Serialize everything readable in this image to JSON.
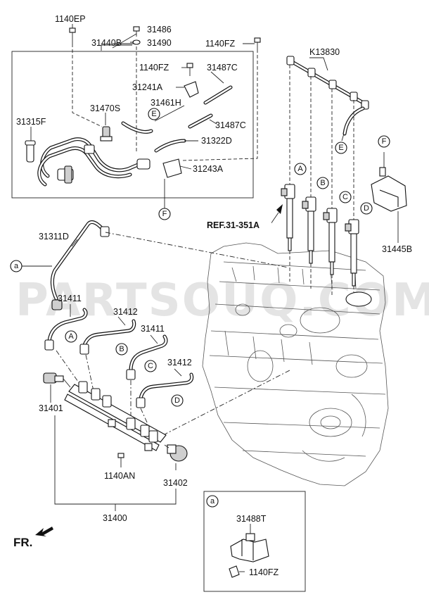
{
  "watermark": "PARTSOUQ.COM",
  "ref_label": "REF.31-351A",
  "front_label": "FR.",
  "callouts": {
    "p1140EP": "1140EP",
    "p31486": "31486",
    "p31490": "31490",
    "p31440B": "31440B",
    "p1140FZ_top": "1140FZ",
    "pK13830": "K13830",
    "p1140FZ_box": "1140FZ",
    "p31487C_a": "31487C",
    "p31241A": "31241A",
    "p31470S": "31470S",
    "p31461H": "31461H",
    "p31315F": "31315F",
    "p31487C_b": "31487C",
    "p31322D": "31322D",
    "p31243A": "31243A",
    "p31445B": "31445B",
    "p31311D": "31311D",
    "p31411_a": "31411",
    "p31412_a": "31412",
    "p31411_b": "31411",
    "p31412_b": "31412",
    "p31401": "31401",
    "p1140AN": "1140AN",
    "p31402": "31402",
    "p31400": "31400",
    "p31488T": "31488T",
    "p1140FZ_inset": "1140FZ"
  },
  "markers": {
    "A": "A",
    "B": "B",
    "C": "C",
    "D": "D",
    "E": "E",
    "F": "F",
    "a": "a"
  }
}
